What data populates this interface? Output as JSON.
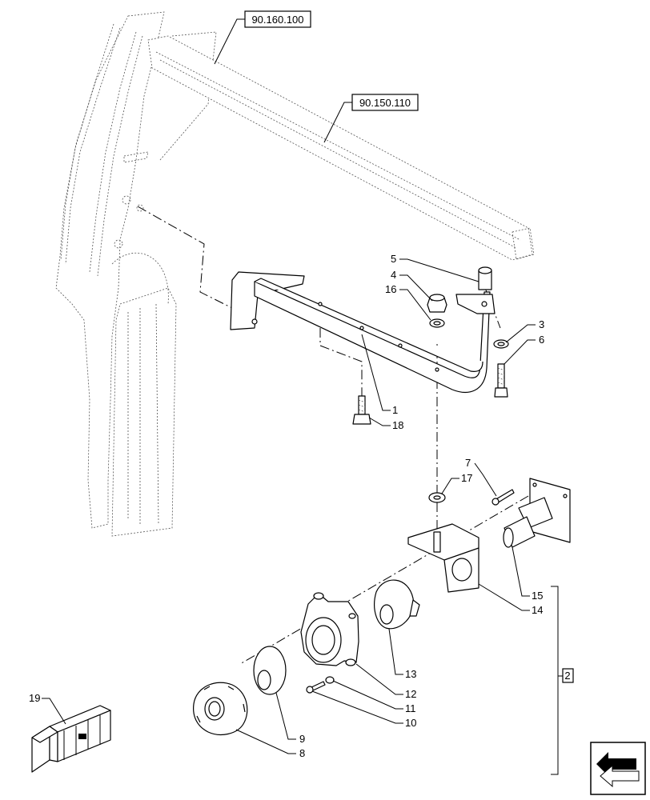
{
  "references": {
    "ref_top": "90.160.100",
    "ref_rail": "90.150.110"
  },
  "callouts": {
    "c1": "1",
    "c2": "2",
    "c3": "3",
    "c4": "4",
    "c5": "5",
    "c6": "6",
    "c7": "7",
    "c8": "8",
    "c9": "9",
    "c10": "10",
    "c11": "11",
    "c12": "12",
    "c13": "13",
    "c14": "14",
    "c15": "15",
    "c16": "16",
    "c17": "17",
    "c18": "18",
    "c19": "19"
  },
  "icons": {
    "kit": "shipping-crate-icon",
    "nav": "previous-page-arrow-icon"
  }
}
